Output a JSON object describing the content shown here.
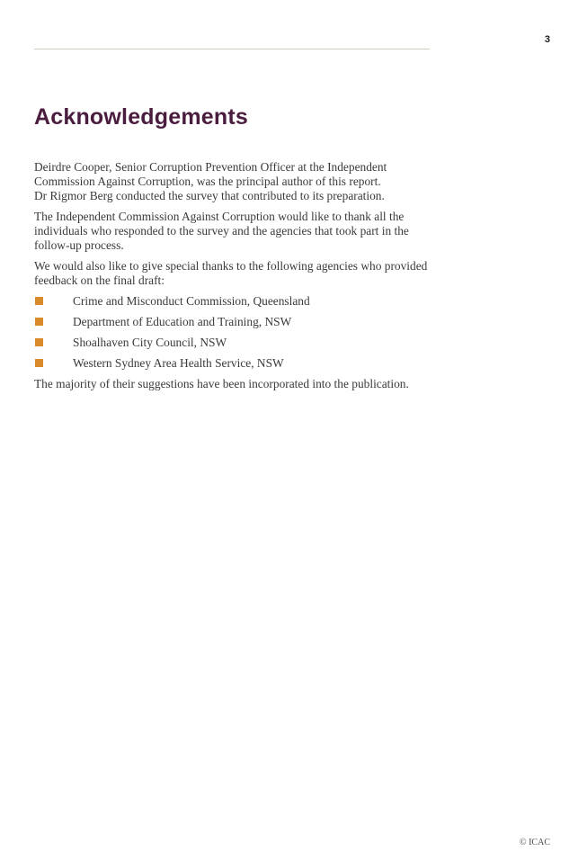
{
  "header": {
    "page_number": "3"
  },
  "title": "Acknowledgements",
  "intro": {
    "line1": "Deirdre Cooper, Senior Corruption Prevention Officer at the Independent",
    "line2": "Commission Against Corruption, was the principal author of this report.",
    "line3": "Dr Rigmor Berg conducted the survey that contributed to its preparation."
  },
  "thanks_paragraph": "The Independent Commission Against Corruption would like to thank all the individuals who responded to the survey and the agencies that took part in the follow-up process.",
  "special_thanks_paragraph": "We would also like to give special thanks to the following agencies who provided feedback on the final draft:",
  "agencies": [
    "Crime and Misconduct Commission, Queensland",
    "Department of Education and Training, NSW",
    "Shoalhaven City Council, NSW",
    "Western Sydney Area Health Service, NSW"
  ],
  "closing_paragraph": "The majority of their suggestions have been incorporated into the publication.",
  "footer": {
    "copyright": "© ICAC"
  },
  "colors": {
    "title": "#4a1d3f",
    "bullet": "#d98a2a",
    "rule": "#cfd1b8"
  },
  "icons": {
    "bullet": "square-bullet-icon"
  }
}
